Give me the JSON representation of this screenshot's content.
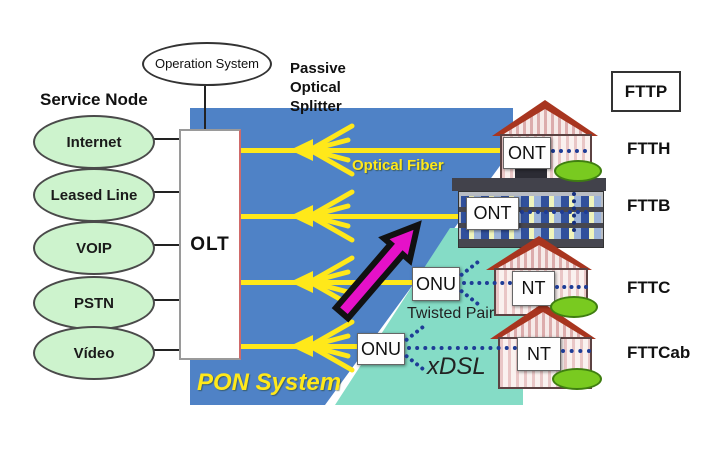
{
  "left_panel": {
    "title": "Service Node",
    "services": [
      "Internet",
      "Leased Line",
      "VOIP",
      "PSTN",
      "Vídeo"
    ]
  },
  "operation_system_label": "Operation System",
  "olt_label": "OLT",
  "pon_system_label": "PON System",
  "passive_splitter_label": "Passive Optical Splitter",
  "optical_fiber_label": "Optical Fiber",
  "twisted_pair_label": "Twisted Pair",
  "xdsl_label": "xDSL",
  "devices": {
    "ont": "ONT",
    "onu": "ONU",
    "nt": "NT"
  },
  "fttx_labels": [
    "FTTP",
    "FTTH",
    "FTTB",
    "FTTC",
    "FTTCab"
  ],
  "colors": {
    "pon_blue": "#4f82c6",
    "access_teal": "#85dcc6",
    "fiber_yellow": "#ffe81a",
    "service_green": "#cdf3cd",
    "arrow_magenta": "#e511c8",
    "dotted_navy": "#1e3c96",
    "roof_red": "#a8351f"
  }
}
